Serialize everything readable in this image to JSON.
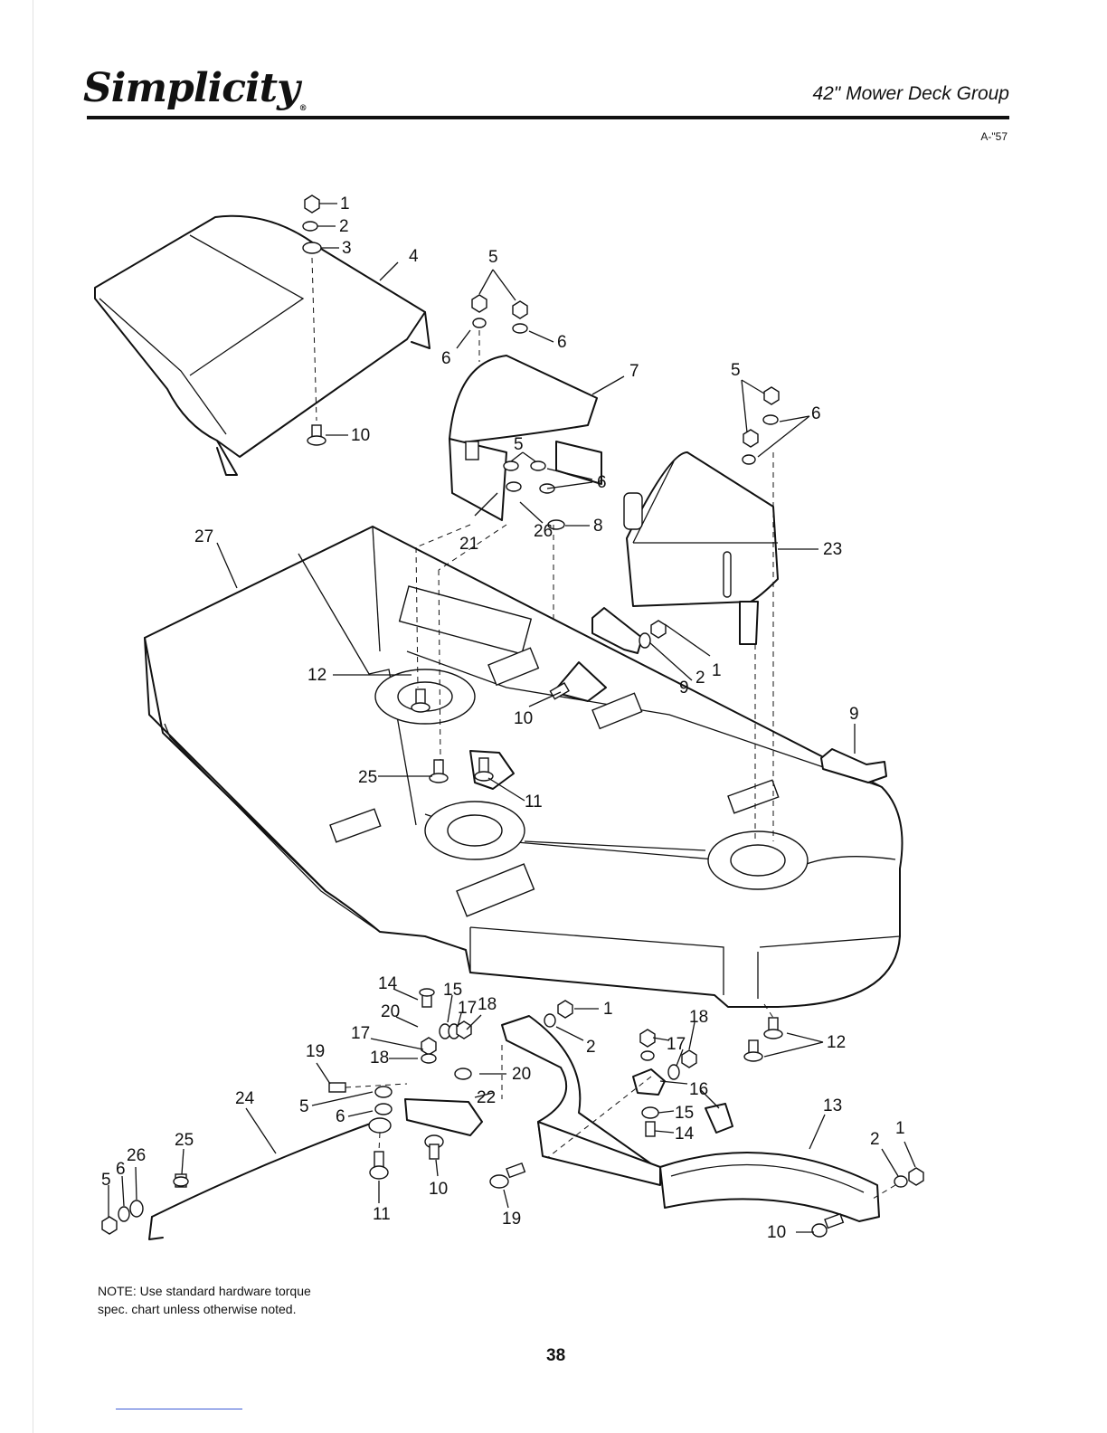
{
  "header": {
    "brand": "Simplicity",
    "registered_mark": "®",
    "title": "42\" Mower Deck Group",
    "code": "A-\"57"
  },
  "callouts": [
    "1",
    "2",
    "3",
    "4",
    "5",
    "6",
    "6",
    "7",
    "5",
    "6",
    "10",
    "5",
    "6",
    "8",
    "21",
    "26",
    "23",
    "27",
    "12",
    "9",
    "2",
    "1",
    "10",
    "9",
    "25",
    "11",
    "14",
    "15",
    "17",
    "18",
    "20",
    "17",
    "18",
    "19",
    "5",
    "6",
    "24",
    "22",
    "20",
    "1",
    "2",
    "18",
    "17",
    "16",
    "15",
    "14",
    "12",
    "13",
    "2",
    "1",
    "25",
    "26",
    "6",
    "5",
    "11",
    "10",
    "19",
    "10"
  ],
  "note": "NOTE: Use standard hardware torque spec. chart unless otherwise noted.",
  "page_number": "38"
}
